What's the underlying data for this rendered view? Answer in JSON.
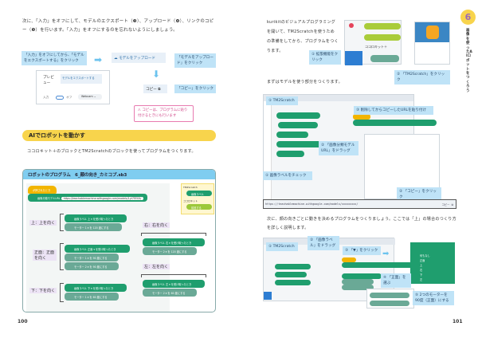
{
  "left": {
    "intro": "次に、「入力」をオフにして、モデルのエクスポート（❸）、アップロード（❹）、リンクのコピー（❺）を行います。「入力」をオフにするのを忘れないようにしましょう。",
    "callout_export": "「入力」をオフにしてから、「モデルをエクスポートする」をクリック",
    "upload_button": "モデルをアップロード",
    "callout_upload": "「モデルをアップロード」をクリック",
    "copy_button": "コピー",
    "callout_copy": "「コピー」をクリック",
    "preview": {
      "title": "プレビュー",
      "export_button": "モデルをエクスポートする",
      "input_label": "入力",
      "toggle_state": "オフ",
      "source_select": "Webcam"
    },
    "warning": "コピーは、プログラムに貼り付けるときにも行います",
    "section_heading": "AIでロボットを動かす",
    "section_text": "ココロキット＋のブロックとTM2Scratchのブロックを使ってプログラムをつくります。",
    "program": {
      "title": "ロボットのプログラム　6_顔の向き_カミコプ.sb3",
      "hat": "が押されたとき",
      "url_block": "画像分類モデルURL",
      "url": "https://teachablemachine.withgoogle.com/models/1yt7EEXX/",
      "legend": {
        "tm": "TM2Scratch",
        "tm_block": "画像ラベル",
        "kk": "ココロキット",
        "kk_block": "前進する"
      },
      "groups": [
        {
          "label": "上：上を向く",
          "blocks": [
            "画像ラベル 上 ▾ を受け取ったとき",
            "モーター 1 ▾ を 120 度にする"
          ]
        },
        {
          "label": "正面：正面を向く",
          "blocks": [
            "画像ラベル 正面 ▾ を受け取ったとき",
            "モーター 1 ▾ を 90 度にする",
            "モーター 2 ▾ を 90 度にする"
          ]
        },
        {
          "label": "下：下を向く",
          "blocks": [
            "画像ラベル 下 ▾ を受け取ったとき",
            "モーター 1 ▾ を 60 度にする"
          ]
        },
        {
          "label": "右：右を向く",
          "blocks": [
            "画像ラベル 右 ▾ を受け取ったとき",
            "モーター 2 ▾ を 120 度にする"
          ]
        },
        {
          "label": "左：左を向く",
          "blocks": [
            "画像ラベル 左 ▾ を受け取ったとき",
            "モーター 2 ▾ を 60 度にする"
          ]
        }
      ]
    },
    "page_number": "100"
  },
  "right": {
    "intro": "kurikitのビジュアルプログラミングを開いて、TM2Scratchを使うための準備をしてから、プログラムをつくります。",
    "ext_panel": {
      "kit_label": "ココロキット＋"
    },
    "callout_1": "① 拡張機能をクリック",
    "callout_2": "② 「TM2Scratch」をクリック",
    "chapter_number": "6",
    "chapter_title": "画像を使ったAIロボットをつくろう",
    "subtext": "まずはモデルを使う部分をつくります。",
    "s1_callouts": [
      "① TM2Scratch",
      "② 「画像分類モデルURL」をドラッグ",
      "③ 削除してからコピーしたURLを貼り付け",
      "① 画像ラベルをチェック",
      "② 「コピー」をクリック"
    ],
    "url_bar": "https://teachablemachine.withgoogle.com/models/xxxxxxxxx/",
    "url_copy": "コピー",
    "para2": "次に、顔の向きごとに動きを決めるプログラムをつくりましょう。ここでは「上」の場合のつくり方を詳しく説明します。",
    "s2_callouts": [
      "① TM2Scratch",
      "② 「画像ラベル」をドラッグ",
      "③ 「▼」をクリック",
      "④ 「正面」を選ぶ",
      "⑤ 2つのモーターを90度（正面）にする"
    ],
    "dropdown_items": [
      "何もなし",
      "正面",
      "上",
      "右",
      "下",
      "左"
    ],
    "page_number": "101"
  }
}
